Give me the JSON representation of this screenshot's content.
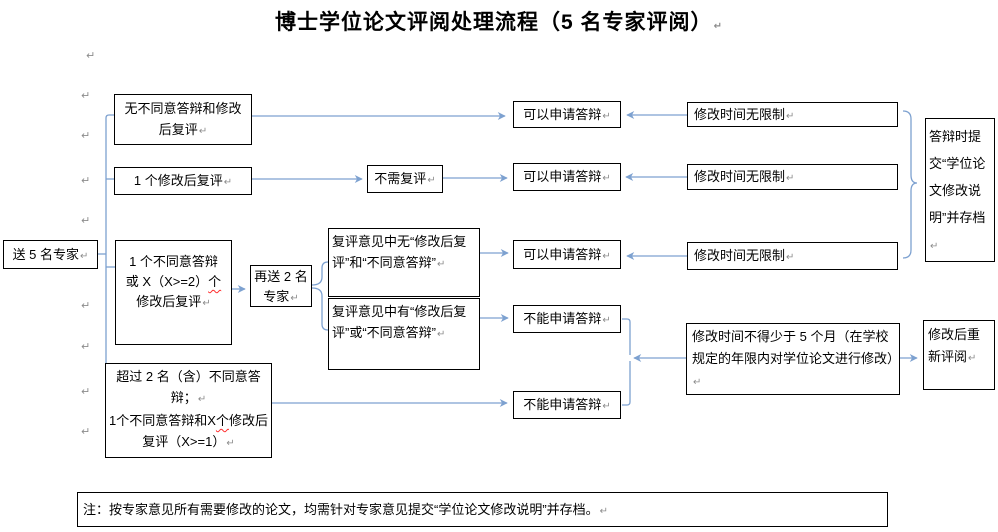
{
  "title": {
    "text": "博士学位论文评阅处理流程（5 名专家评阅）"
  },
  "marks": {
    "pilcrow": "↵"
  },
  "colors": {
    "connector": "#7DA1D0",
    "box-border": "#000000",
    "squiggle": "#FF2B2B",
    "pilcrow": "#8C8C8C",
    "text": "#000000"
  },
  "nodes": {
    "send": {
      "text": "送 5 名专家"
    },
    "a1": {
      "lines": [
        "无不同意答辩和修改",
        "后复评"
      ]
    },
    "a2": {
      "text": "1 个修改后复评"
    },
    "a3": {
      "line1": "1 个不同意答辩",
      "line2_pre": "或 X（X>=2）",
      "line2_sq": "个",
      "line3": "修改后复评"
    },
    "a4": {
      "p1": "超过 2 名（含）不同意答辩；",
      "p2_pre": "1个不同意答辩和X",
      "p2_sq": "个",
      "p2_post": "修改后复评（X>=1）"
    },
    "b2": {
      "text": "不需复评"
    },
    "b3": {
      "lines": [
        "再送 2 名",
        "专家"
      ]
    },
    "e1": {
      "text": "复评意见中无“修改后复评”和“不同意答辩”"
    },
    "e2": {
      "text": "复评意见中有“修改后复评”或“不同意答辩”"
    },
    "c1": {
      "text": "可以申请答辩"
    },
    "c2": {
      "text": "可以申请答辩"
    },
    "c3": {
      "text": "可以申请答辩"
    },
    "f1": {
      "text": "不能申请答辩"
    },
    "f2": {
      "text": "不能申请答辩"
    },
    "d1": {
      "text": "修改时间无限制"
    },
    "d2": {
      "text": "修改时间无限制"
    },
    "d3": {
      "text": "修改时间无限制"
    },
    "g": {
      "text": "修改时间不得少于 5 个月（在学校规定的年限内对学位论文进行修改）"
    },
    "h": {
      "text": "修改后重新评阅"
    },
    "i": {
      "text": "答辩时提交“学位论文修改说明”并存档"
    },
    "note": {
      "text": "注：按专家意见所有需要修改的论文，均需针对专家意见提交“学位论文修改说明”并存档。"
    }
  }
}
